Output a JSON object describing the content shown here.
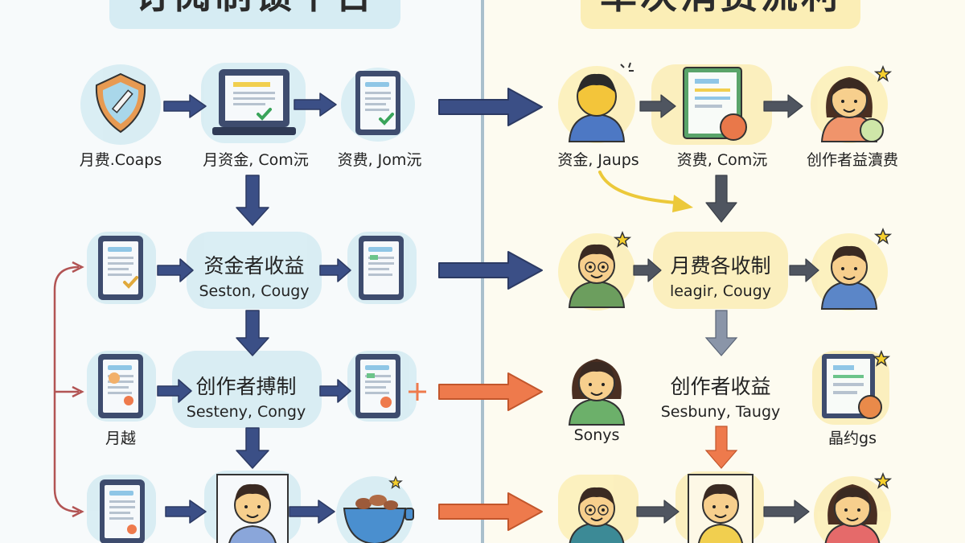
{
  "titles": {
    "left": "订阅制锁平台",
    "right": "单次消费流利"
  },
  "left": {
    "row1": [
      "月费.Coaps",
      "月资金, Com沅",
      "资费, Jom沅"
    ],
    "row2": {
      "main": "资金者收益",
      "sub": "Seston, Cougy"
    },
    "row3": {
      "side": "月越",
      "main": "创作者搏制",
      "sub": "Sesteny, Congy"
    }
  },
  "right": {
    "row1": [
      "资金, Jaups",
      "资费, Com沅",
      "创作者益瀆费"
    ],
    "row2": {
      "main": "月费各收制",
      "sub": "leagir, Cougy"
    },
    "row3": {
      "left": "Sonys",
      "main": "创作者收益",
      "sub": "Sesbuny, Taugy",
      "right": "晶约gs"
    }
  },
  "colors": {
    "navy_arrow": "#3b4f86",
    "orange_arrow": "#ee7a4c",
    "left_box": "#d6ecf3",
    "right_box": "#fbeeb6",
    "red_connector": "#b25454",
    "yellow_curve": "#ecc93a"
  },
  "icons": [
    "shield-pencil-icon",
    "laptop-icon",
    "tablet-icon",
    "person-icon",
    "notebook-icon",
    "bowl-icon",
    "star-icon"
  ]
}
